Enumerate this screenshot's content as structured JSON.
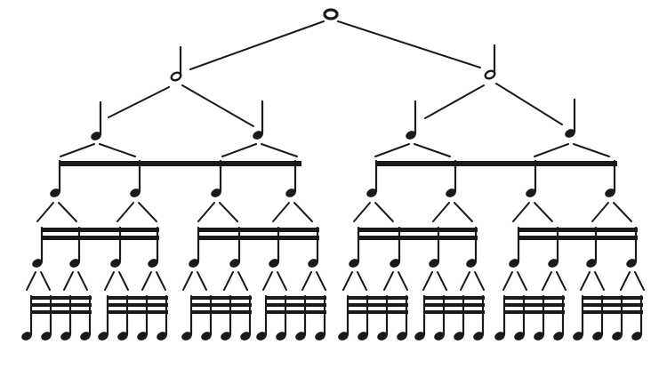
{
  "diagram": {
    "subject": "note-value-subdivision-tree",
    "levels": [
      {
        "level": 0,
        "note": "whole-note",
        "count": 1
      },
      {
        "level": 1,
        "note": "half-note",
        "count": 2
      },
      {
        "level": 2,
        "note": "quarter-note",
        "count": 4
      },
      {
        "level": 3,
        "note": "eighth-note",
        "count": 8,
        "beamed_in_groups_of": 4
      },
      {
        "level": 4,
        "note": "sixteenth-note",
        "count": 16,
        "beamed_in_groups_of": 4
      },
      {
        "level": 5,
        "note": "thirty-second-note",
        "count": 32,
        "beamed_in_groups_of": 4
      }
    ],
    "subdivision": 2,
    "ink_color": "#1a1a1a",
    "paper_color": "#ffffff"
  }
}
